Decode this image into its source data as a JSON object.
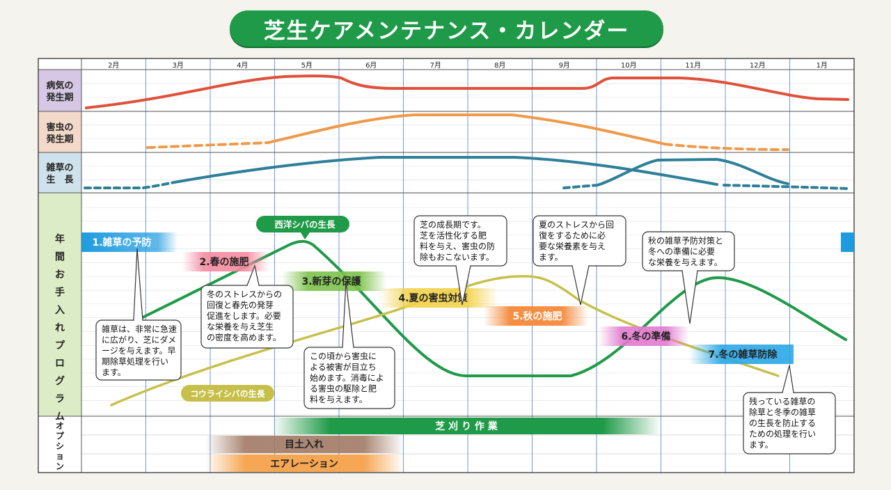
{
  "title": "芝生ケアメンテナンス・カレンダー",
  "months": [
    "2月",
    "3月",
    "4月",
    "5月",
    "6月",
    "7月",
    "8月",
    "9月",
    "10月",
    "11月",
    "12月",
    "1月"
  ],
  "sections": {
    "disease": "病気の発生期",
    "pest": "害虫の発生期",
    "weed": "雑草の生長",
    "program": "年間お手入れプログラム",
    "option": "オプション"
  },
  "curve_labels": {
    "western": "西洋シバの生長",
    "korai": "コウライシバの生長"
  },
  "programs": [
    {
      "label": "1.雑草の予防",
      "color": "#1e9be0"
    },
    {
      "label": "2.春の施肥",
      "color": "#f58aa0"
    },
    {
      "label": "3.新芽の保護",
      "color": "#7cc24a"
    },
    {
      "label": "4.夏の害虫対策",
      "color": "#f2d24a"
    },
    {
      "label": "5.秋の施肥",
      "color": "#f5893a"
    },
    {
      "label": "6.冬の準備",
      "color": "#e27ad0"
    },
    {
      "label": "7.冬の雑草防除",
      "color": "#2aa7e6"
    }
  ],
  "notes": [
    {
      "lines": [
        "雑草は、非常に急速",
        "に広がり、芝にダメ",
        "ージを与えます。早",
        "期除草処理を行い",
        "ます。"
      ]
    },
    {
      "lines": [
        "冬のストレスからの",
        "回復と春先の発芽",
        "促進をします。必要",
        "な栄養を与え芝生",
        "の密度を高めます。"
      ]
    },
    {
      "lines": [
        "この頃から害虫に",
        "よる被害が目立ち",
        "始めます。消毒によ",
        "る害虫の駆除と肥",
        "料を与えます。"
      ]
    },
    {
      "lines": [
        "芝の成長期です。",
        "芝を活性化する肥",
        "料を与え、害虫の防",
        "除もおこないます。"
      ]
    },
    {
      "lines": [
        "夏のストレスから回",
        "復をするために必",
        "要な栄養素を与え",
        "ます。"
      ]
    },
    {
      "lines": [
        "秋の雑草予防対策と",
        "冬への準備に必要",
        "な栄養を与えます。"
      ]
    },
    {
      "lines": [
        "残っている雑草の",
        "除草と冬季の雑草",
        "の生長を防止する",
        "ための処理を行い",
        "ます。"
      ]
    }
  ],
  "options": {
    "mowing": "芝 刈 り 作 業",
    "topdressing": "目土入れ",
    "aeration": "エアレーション"
  },
  "colors": {
    "title_bg": "#1f9a48",
    "disease": "#e0503a",
    "pest": "#ef9a4a",
    "weed": "#2e7f98",
    "western": "#1f9a48",
    "korai": "#c6c04a"
  },
  "chart_data": {
    "type": "line",
    "x": [
      "2月",
      "3月",
      "4月",
      "5月",
      "6月",
      "7月",
      "8月",
      "9月",
      "10月",
      "11月",
      "12月",
      "1月"
    ],
    "series": [
      {
        "name": "病気の発生期",
        "values": [
          0.2,
          0.4,
          0.7,
          1.0,
          0.6,
          0.6,
          0.6,
          0.6,
          0.9,
          0.9,
          0.6,
          0.3
        ]
      },
      {
        "name": "害虫の発生期",
        "values": [
          null,
          0.1,
          0.2,
          0.4,
          0.8,
          1.0,
          1.0,
          0.8,
          0.4,
          0.2,
          0.1,
          null
        ]
      },
      {
        "name": "雑草の生長",
        "values": [
          0.1,
          0.2,
          0.6,
          0.9,
          1.0,
          1.0,
          1.0,
          0.9,
          0.7,
          0.5,
          0.2,
          0.1
        ]
      },
      {
        "name": "西洋シバの生長",
        "values": [
          0.3,
          0.55,
          0.8,
          1.0,
          0.6,
          0.15,
          0.0,
          0.05,
          0.6,
          0.9,
          0.7,
          0.4
        ]
      },
      {
        "name": "コウライシバの生長",
        "values": [
          0.0,
          0.15,
          0.35,
          0.55,
          0.75,
          0.9,
          1.0,
          0.9,
          0.6,
          0.4,
          0.2,
          null
        ]
      }
    ]
  }
}
